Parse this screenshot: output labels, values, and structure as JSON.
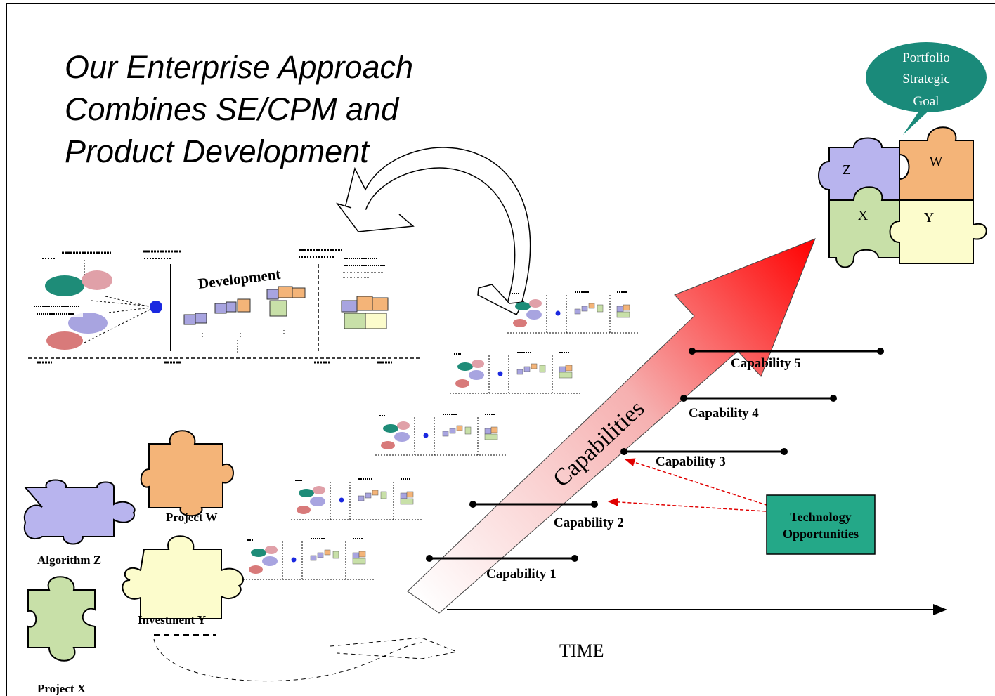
{
  "title_lines": [
    "Our Enterprise Approach",
    "Combines SE/CPM and",
    "Product Development"
  ],
  "goal_bubble": [
    "Portfolio",
    "Strategic",
    "Goal"
  ],
  "goal_puzzle_pieces": [
    "Z",
    "W",
    "X",
    "Y"
  ],
  "project_pieces": {
    "w": "Project W",
    "z": "Algorithm Z",
    "y": "Investment Y",
    "x": "Project X"
  },
  "capabilities_arrow_label": "Capabilities",
  "capabilities": [
    "Capability 1",
    "Capability 2",
    "Capability 3",
    "Capability 4",
    "Capability 5"
  ],
  "tech_box": [
    "Technology",
    "Opportunities"
  ],
  "time_label": "TIME",
  "detail_panel": {
    "development_label": "Development"
  },
  "colors": {
    "lavender": "#b8b4ee",
    "orange": "#f4b478",
    "yellow": "#fcfccc",
    "green": "#c8e0a8",
    "teal": "#1e8c78",
    "red": "#ff0000",
    "tech_box": "#24a888"
  }
}
